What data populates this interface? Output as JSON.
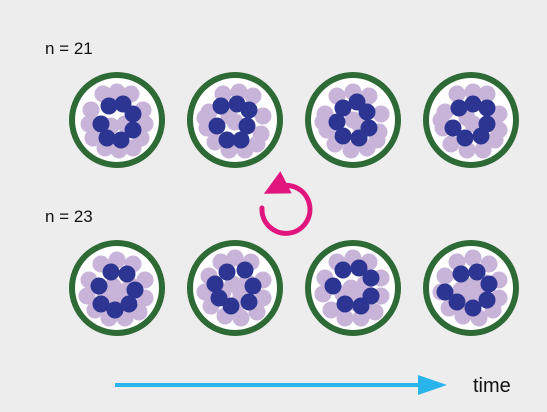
{
  "rows": [
    {
      "label": "n = 21",
      "circles": [
        {
          "outer": [
            [
              -14,
              -26
            ],
            [
              0,
              -28
            ],
            [
              14,
              -26
            ],
            [
              -26,
              -10
            ],
            [
              26,
              -10
            ],
            [
              -28,
              4
            ],
            [
              28,
              4
            ],
            [
              -24,
              18
            ],
            [
              24,
              18
            ],
            [
              -12,
              28
            ],
            [
              2,
              30
            ],
            [
              16,
              28
            ],
            [
              -6,
              6
            ],
            [
              8,
              4
            ]
          ],
          "inner": [
            [
              -8,
              -14
            ],
            [
              6,
              -16
            ],
            [
              16,
              -6
            ],
            [
              16,
              10
            ],
            [
              4,
              20
            ],
            [
              -10,
              18
            ],
            [
              -16,
              4
            ]
          ]
        },
        {
          "outer": [
            [
              -12,
              -26
            ],
            [
              4,
              -28
            ],
            [
              18,
              -24
            ],
            [
              -26,
              -8
            ],
            [
              28,
              -4
            ],
            [
              -28,
              8
            ],
            [
              26,
              14
            ],
            [
              -20,
              22
            ],
            [
              -6,
              30
            ],
            [
              10,
              30
            ],
            [
              22,
              24
            ],
            [
              -30,
              -2
            ],
            [
              0,
              2
            ],
            [
              -6,
              -4
            ]
          ],
          "inner": [
            [
              -14,
              -14
            ],
            [
              2,
              -16
            ],
            [
              14,
              -10
            ],
            [
              12,
              6
            ],
            [
              6,
              20
            ],
            [
              -8,
              20
            ],
            [
              -18,
              6
            ]
          ]
        },
        {
          "outer": [
            [
              -16,
              -24
            ],
            [
              0,
              -28
            ],
            [
              16,
              -24
            ],
            [
              -28,
              -6
            ],
            [
              28,
              -6
            ],
            [
              -26,
              10
            ],
            [
              26,
              12
            ],
            [
              -18,
              24
            ],
            [
              -2,
              30
            ],
            [
              14,
              28
            ],
            [
              24,
              20
            ],
            [
              -30,
              2
            ],
            [
              0,
              0
            ],
            [
              6,
              4
            ]
          ],
          "inner": [
            [
              -10,
              -12
            ],
            [
              4,
              -18
            ],
            [
              14,
              -8
            ],
            [
              16,
              8
            ],
            [
              6,
              18
            ],
            [
              -10,
              16
            ],
            [
              -16,
              2
            ]
          ]
        },
        {
          "outer": [
            [
              -14,
              -26
            ],
            [
              2,
              -28
            ],
            [
              16,
              -26
            ],
            [
              -26,
              -8
            ],
            [
              28,
              -6
            ],
            [
              -28,
              8
            ],
            [
              28,
              10
            ],
            [
              -20,
              24
            ],
            [
              -4,
              30
            ],
            [
              12,
              30
            ],
            [
              24,
              20
            ],
            [
              -30,
              0
            ],
            [
              2,
              4
            ],
            [
              -4,
              -2
            ]
          ],
          "inner": [
            [
              -12,
              -12
            ],
            [
              2,
              -16
            ],
            [
              16,
              -12
            ],
            [
              16,
              4
            ],
            [
              10,
              16
            ],
            [
              -6,
              18
            ],
            [
              -18,
              8
            ]
          ]
        }
      ]
    },
    {
      "label": "n = 23",
      "circles": [
        {
          "outer": [
            [
              -16,
              -24
            ],
            [
              0,
              -28
            ],
            [
              16,
              -24
            ],
            [
              -28,
              -8
            ],
            [
              28,
              -8
            ],
            [
              -30,
              8
            ],
            [
              28,
              10
            ],
            [
              -22,
              22
            ],
            [
              -8,
              30
            ],
            [
              8,
              30
            ],
            [
              22,
              24
            ],
            [
              -4,
              -2
            ],
            [
              4,
              4
            ],
            [
              -12,
              6
            ],
            [
              14,
              -2
            ],
            [
              0,
              14
            ]
          ],
          "inner": [
            [
              -6,
              -16
            ],
            [
              10,
              -14
            ],
            [
              18,
              2
            ],
            [
              12,
              16
            ],
            [
              -2,
              22
            ],
            [
              -16,
              16
            ],
            [
              -18,
              -2
            ]
          ]
        },
        {
          "outer": [
            [
              -14,
              -26
            ],
            [
              0,
              -30
            ],
            [
              16,
              -26
            ],
            [
              -26,
              -12
            ],
            [
              28,
              -8
            ],
            [
              -30,
              4
            ],
            [
              28,
              10
            ],
            [
              -24,
              18
            ],
            [
              -10,
              28
            ],
            [
              6,
              30
            ],
            [
              22,
              24
            ],
            [
              -2,
              -4
            ],
            [
              6,
              6
            ],
            [
              -12,
              4
            ],
            [
              12,
              -6
            ],
            [
              2,
              16
            ]
          ],
          "inner": [
            [
              -8,
              -16
            ],
            [
              10,
              -18
            ],
            [
              18,
              -2
            ],
            [
              14,
              14
            ],
            [
              -4,
              18
            ],
            [
              -16,
              10
            ],
            [
              -20,
              -4
            ]
          ]
        },
        {
          "outer": [
            [
              -16,
              -26
            ],
            [
              0,
              -30
            ],
            [
              16,
              -26
            ],
            [
              -28,
              -10
            ],
            [
              28,
              -10
            ],
            [
              -30,
              6
            ],
            [
              28,
              8
            ],
            [
              -22,
              22
            ],
            [
              -8,
              30
            ],
            [
              8,
              30
            ],
            [
              22,
              24
            ],
            [
              -2,
              0
            ],
            [
              8,
              4
            ],
            [
              -10,
              6
            ],
            [
              12,
              -4
            ],
            [
              0,
              14
            ]
          ],
          "inner": [
            [
              -10,
              -18
            ],
            [
              6,
              -20
            ],
            [
              18,
              -10
            ],
            [
              18,
              8
            ],
            [
              8,
              18
            ],
            [
              -8,
              16
            ],
            [
              -20,
              -2
            ]
          ]
        },
        {
          "outer": [
            [
              -14,
              -26
            ],
            [
              2,
              -30
            ],
            [
              18,
              -24
            ],
            [
              -26,
              -12
            ],
            [
              28,
              -8
            ],
            [
              -30,
              4
            ],
            [
              28,
              10
            ],
            [
              -22,
              20
            ],
            [
              -8,
              28
            ],
            [
              8,
              30
            ],
            [
              22,
              22
            ],
            [
              0,
              -2
            ],
            [
              6,
              4
            ],
            [
              -10,
              2
            ],
            [
              12,
              -6
            ],
            [
              -2,
              14
            ]
          ],
          "inner": [
            [
              -10,
              -14
            ],
            [
              6,
              -16
            ],
            [
              18,
              -4
            ],
            [
              16,
              12
            ],
            [
              2,
              20
            ],
            [
              -14,
              14
            ],
            [
              -26,
              4
            ]
          ]
        }
      ]
    }
  ],
  "axis": {
    "label": "time"
  },
  "colors": {
    "ring": "#2e6a35",
    "outer_particle": "#c9b4d9",
    "inner_particle": "#2d3592",
    "arrow_cycle": "#e0157e",
    "arrow_time": "#29b4ec",
    "panel": "#ededed"
  }
}
